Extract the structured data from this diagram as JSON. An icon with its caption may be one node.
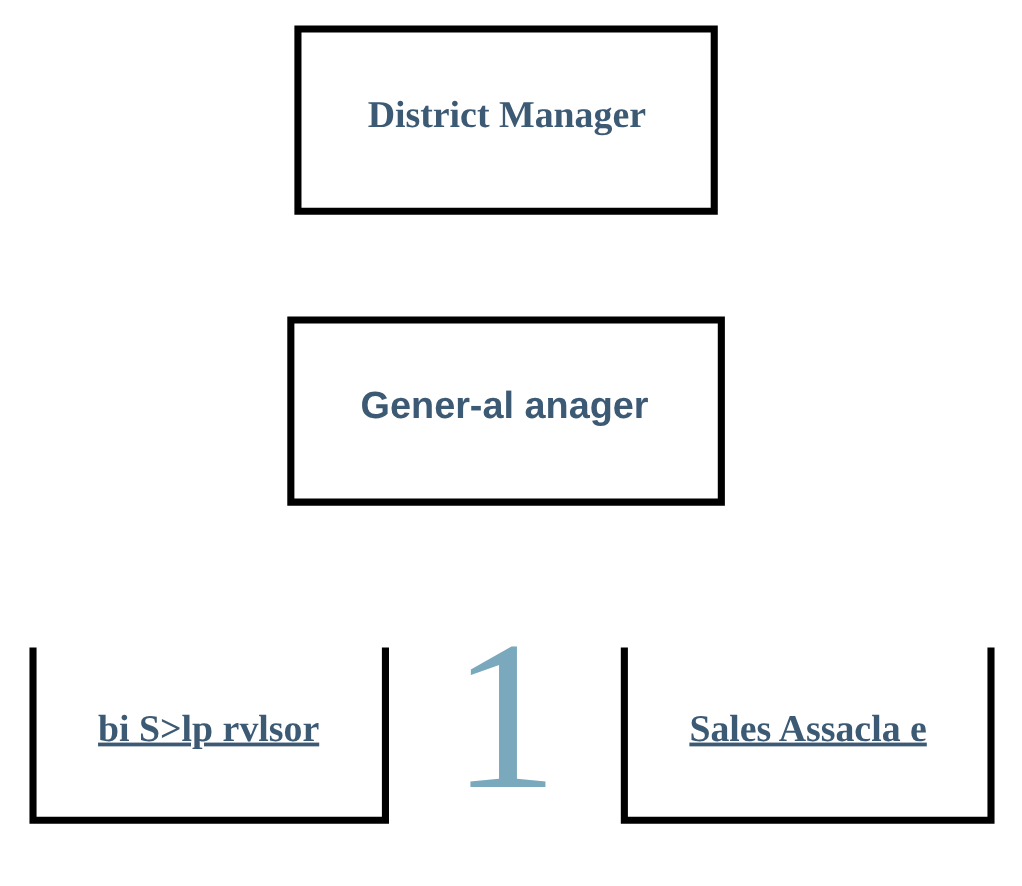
{
  "diagram": {
    "nodes": [
      {
        "text": [
          "District Manager"
        ]
      },
      {
        "text": [
          "Gener-al anager"
        ]
      },
      {
        "text": [
          "bi S>lp rvlsor"
        ]
      },
      {
        "text": [
          "Sales Assacla e"
        ]
      }
    ],
    "labels": [
      "1"
    ]
  }
}
